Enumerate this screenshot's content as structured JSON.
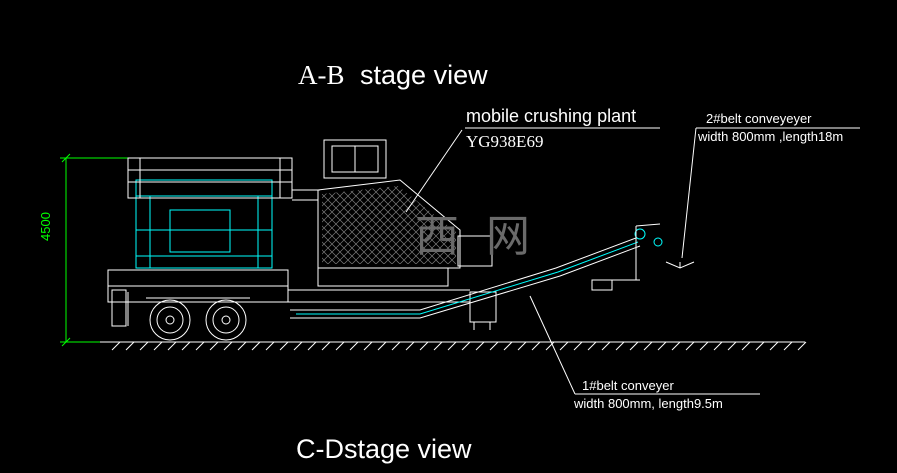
{
  "title_top": {
    "prefix": "A-B",
    "main": "stage view"
  },
  "title_bottom": "C-Dstage view",
  "plant": {
    "name": "mobile crushing plant",
    "model": "YG938E69"
  },
  "conveyor2": {
    "name": "2#belt conveyeyer",
    "spec": "width 800mm ,length18m"
  },
  "conveyor1": {
    "name": "1#belt conveyer",
    "spec": "width 800mm, length9.5m"
  },
  "height_dim": "4500",
  "watermark": "西 网",
  "colors": {
    "background": "#000000",
    "cyan": "#00ffff",
    "white": "#ffffff",
    "green": "#00ff00",
    "grey": "#9a9a9a"
  }
}
